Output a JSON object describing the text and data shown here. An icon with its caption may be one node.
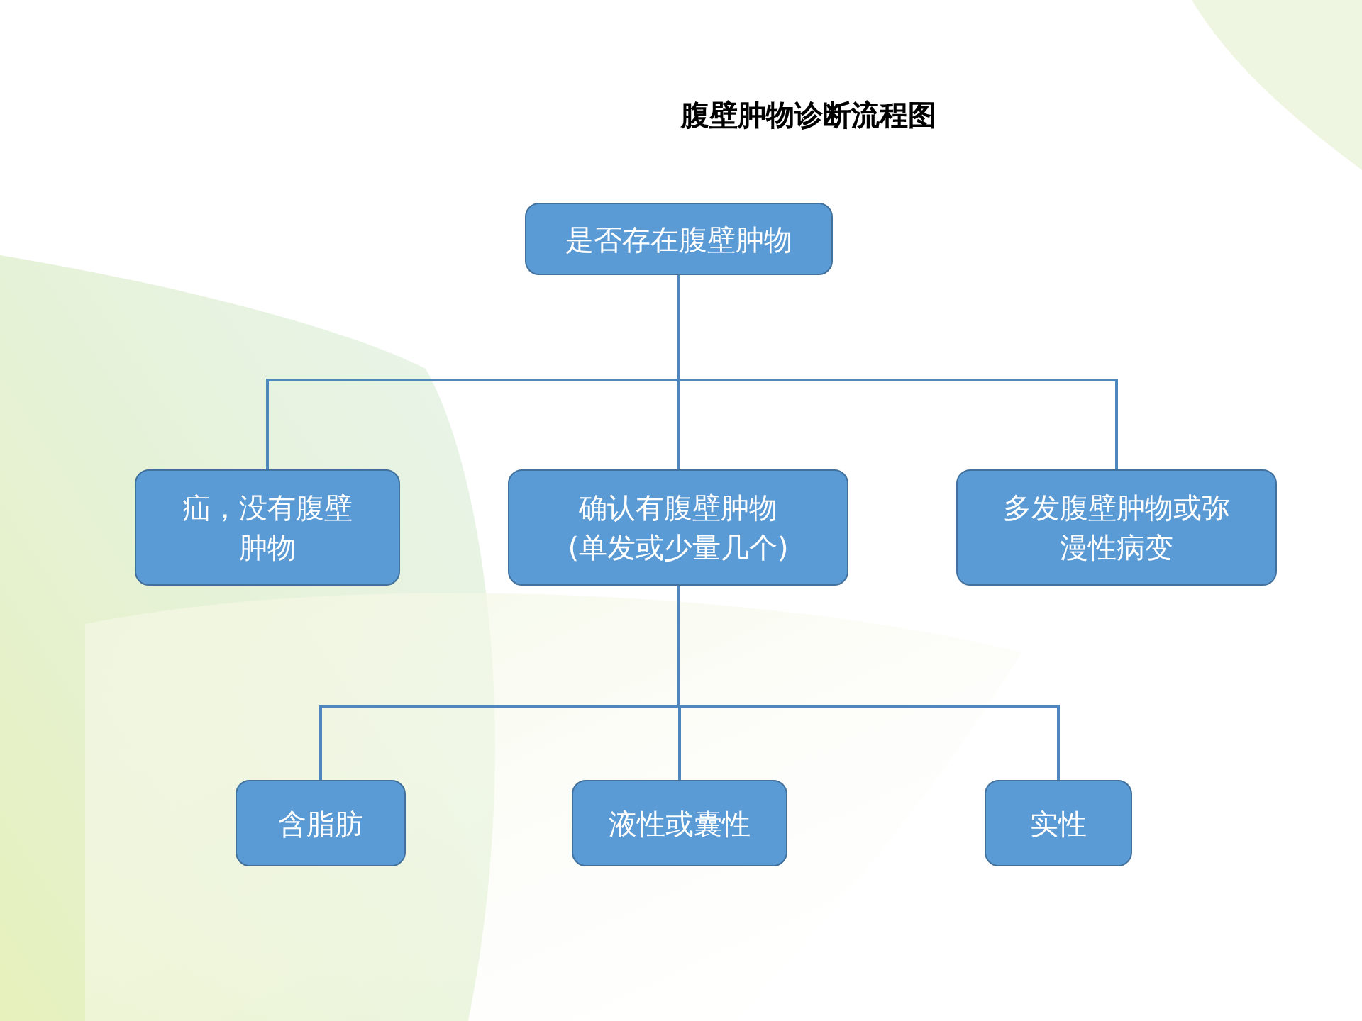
{
  "diagram": {
    "title": "腹壁肿物诊断流程图",
    "nodes": [
      {
        "text": [
          "是否存在腹壁肿物"
        ]
      },
      {
        "text": [
          "疝，没有腹壁肿物"
        ]
      },
      {
        "text": [
          "确认有腹壁肿物(单发或少量几个)"
        ]
      },
      {
        "text": [
          "多发腹壁肿物或弥漫性病变"
        ]
      },
      {
        "text": [
          "含脂肪"
        ]
      },
      {
        "text": [
          "液性或囊性"
        ]
      },
      {
        "text": [
          "实性"
        ]
      }
    ],
    "edges": [
      {
        "from": 0,
        "to": 1,
        "arrow": "none"
      },
      {
        "from": 0,
        "to": 2,
        "arrow": "none"
      },
      {
        "from": 0,
        "to": 3,
        "arrow": "none"
      },
      {
        "from": 2,
        "to": 4,
        "arrow": "none"
      },
      {
        "from": 2,
        "to": 5,
        "arrow": "none"
      },
      {
        "from": 2,
        "to": 6,
        "arrow": "none"
      }
    ]
  }
}
